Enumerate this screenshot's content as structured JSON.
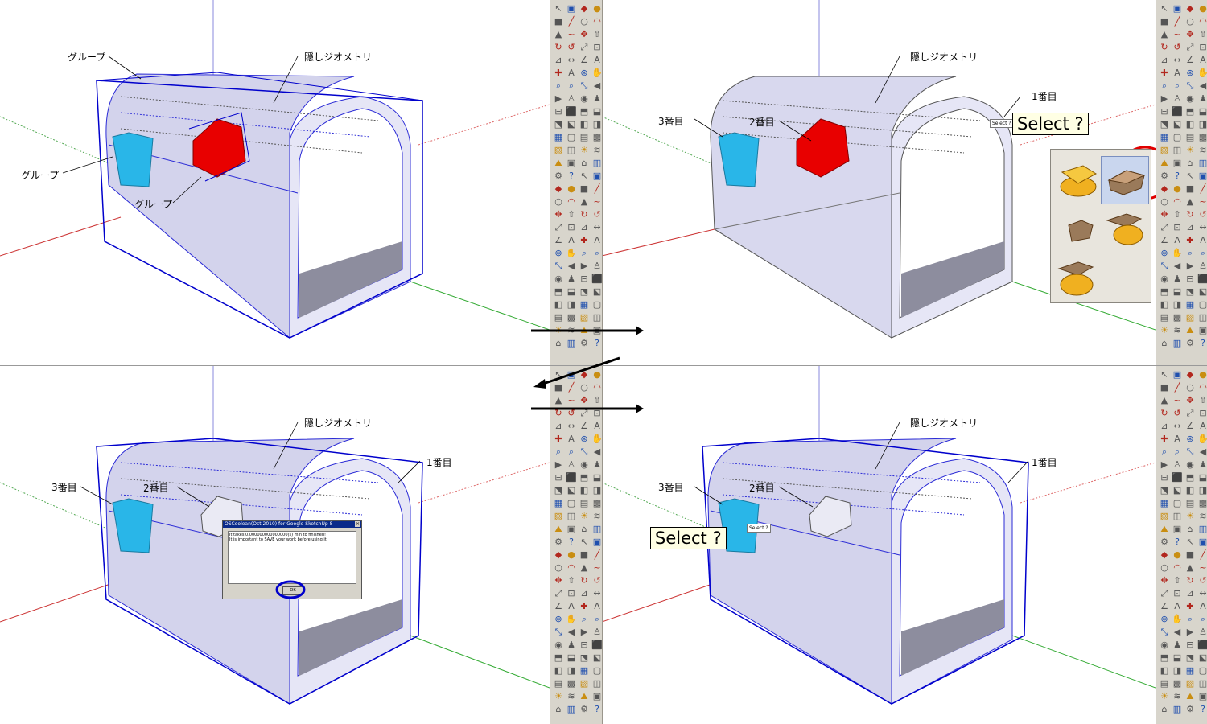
{
  "labels": {
    "group": "グループ",
    "hidden_geometry": "隠しジオメトリ",
    "first": "1番目",
    "second": "2番目",
    "third": "3番目"
  },
  "select_tooltip": "Select ?",
  "mini_tooltip": "Select ?",
  "dialog": {
    "title": "OSCoolean(Oct 2010) for Google SketchUp 8",
    "close": "×",
    "line1": "It takes 0.000000000000000(s) min to finished!",
    "line2": "It is important to SAVE your work before using it.",
    "ok": "OK"
  },
  "colors": {
    "accent_red": "#e00000",
    "accent_blue": "#0000cc",
    "cyan_box": "#29b6e8",
    "red_prism": "#e80000",
    "body": "#d6d6ee",
    "edge": "#2b2bd6"
  },
  "toolbar_icons": [
    "select",
    "component",
    "eraser",
    "paint",
    "rectangle",
    "line",
    "circle",
    "arc",
    "polygon",
    "freehand",
    "move",
    "pushpull",
    "rotate",
    "followme",
    "scale",
    "offset",
    "tape",
    "dimension",
    "protractor",
    "text",
    "axes",
    "3dtext",
    "orbit",
    "pan",
    "zoom",
    "zoomwindow",
    "zoomextents",
    "previous",
    "next",
    "walk",
    "lookaround",
    "position",
    "section",
    "iso",
    "top",
    "front",
    "right",
    "back",
    "left",
    "bottom",
    "xray",
    "wireframe",
    "hiddenline",
    "shaded",
    "textured",
    "monochrome",
    "shadows",
    "fog",
    "sandbox",
    "photo",
    "geo",
    "warehouse",
    "extension",
    "help"
  ]
}
